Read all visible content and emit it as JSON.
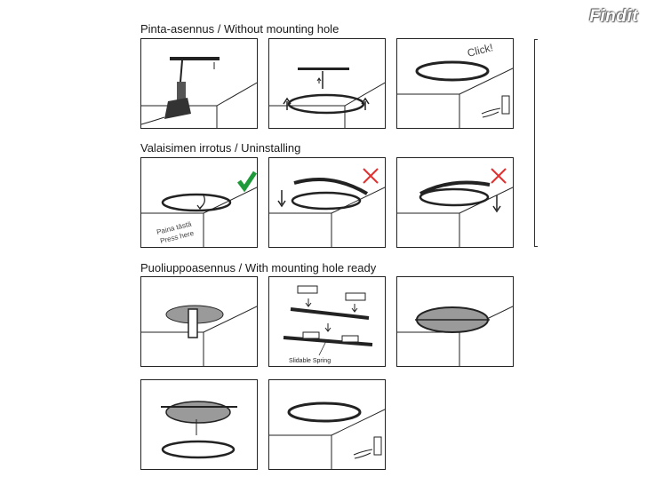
{
  "watermark": "Findit",
  "sections": {
    "surface": "Pinta-asennus / Without mounting hole",
    "uninstall": "Valaisimen irrotus / Uninstalling",
    "recessed": "Puoliuppoasennus / With mounting hole ready"
  },
  "labels": {
    "click": "Click!",
    "press_fi": "Paina tästä",
    "press_en": "Press here",
    "spring": "Slidable Spring"
  },
  "colors": {
    "check": "#1f9a3a",
    "cross": "#e03030",
    "line": "#1a1a1a"
  }
}
